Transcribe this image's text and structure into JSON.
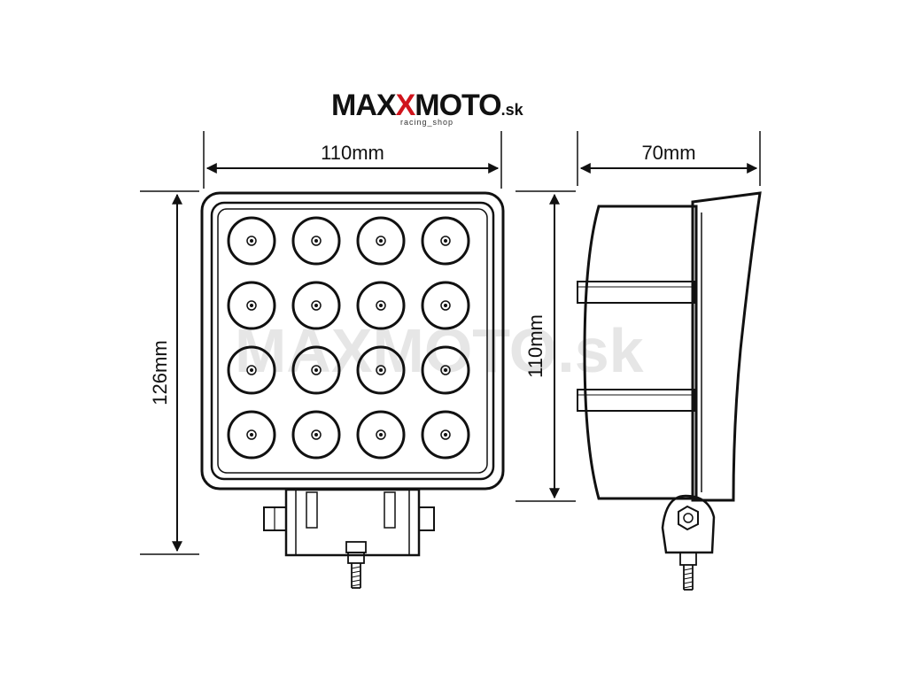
{
  "logo": {
    "part_max": "MAX",
    "part_x": "X",
    "part_moto": "MOTO",
    "part_tld": ".sk",
    "tagline": "racing_shop",
    "brand_red": "#d0141c"
  },
  "front_view": {
    "width_label": "110mm",
    "height_label": "126mm",
    "led_rows": 4,
    "led_cols": 4
  },
  "side_view": {
    "depth_label": "70mm",
    "height_label": "110mm"
  },
  "watermark": {
    "text": "MAXMOTO.sk"
  },
  "colors": {
    "line": "#111111",
    "watermark": "#e6e6e6"
  }
}
